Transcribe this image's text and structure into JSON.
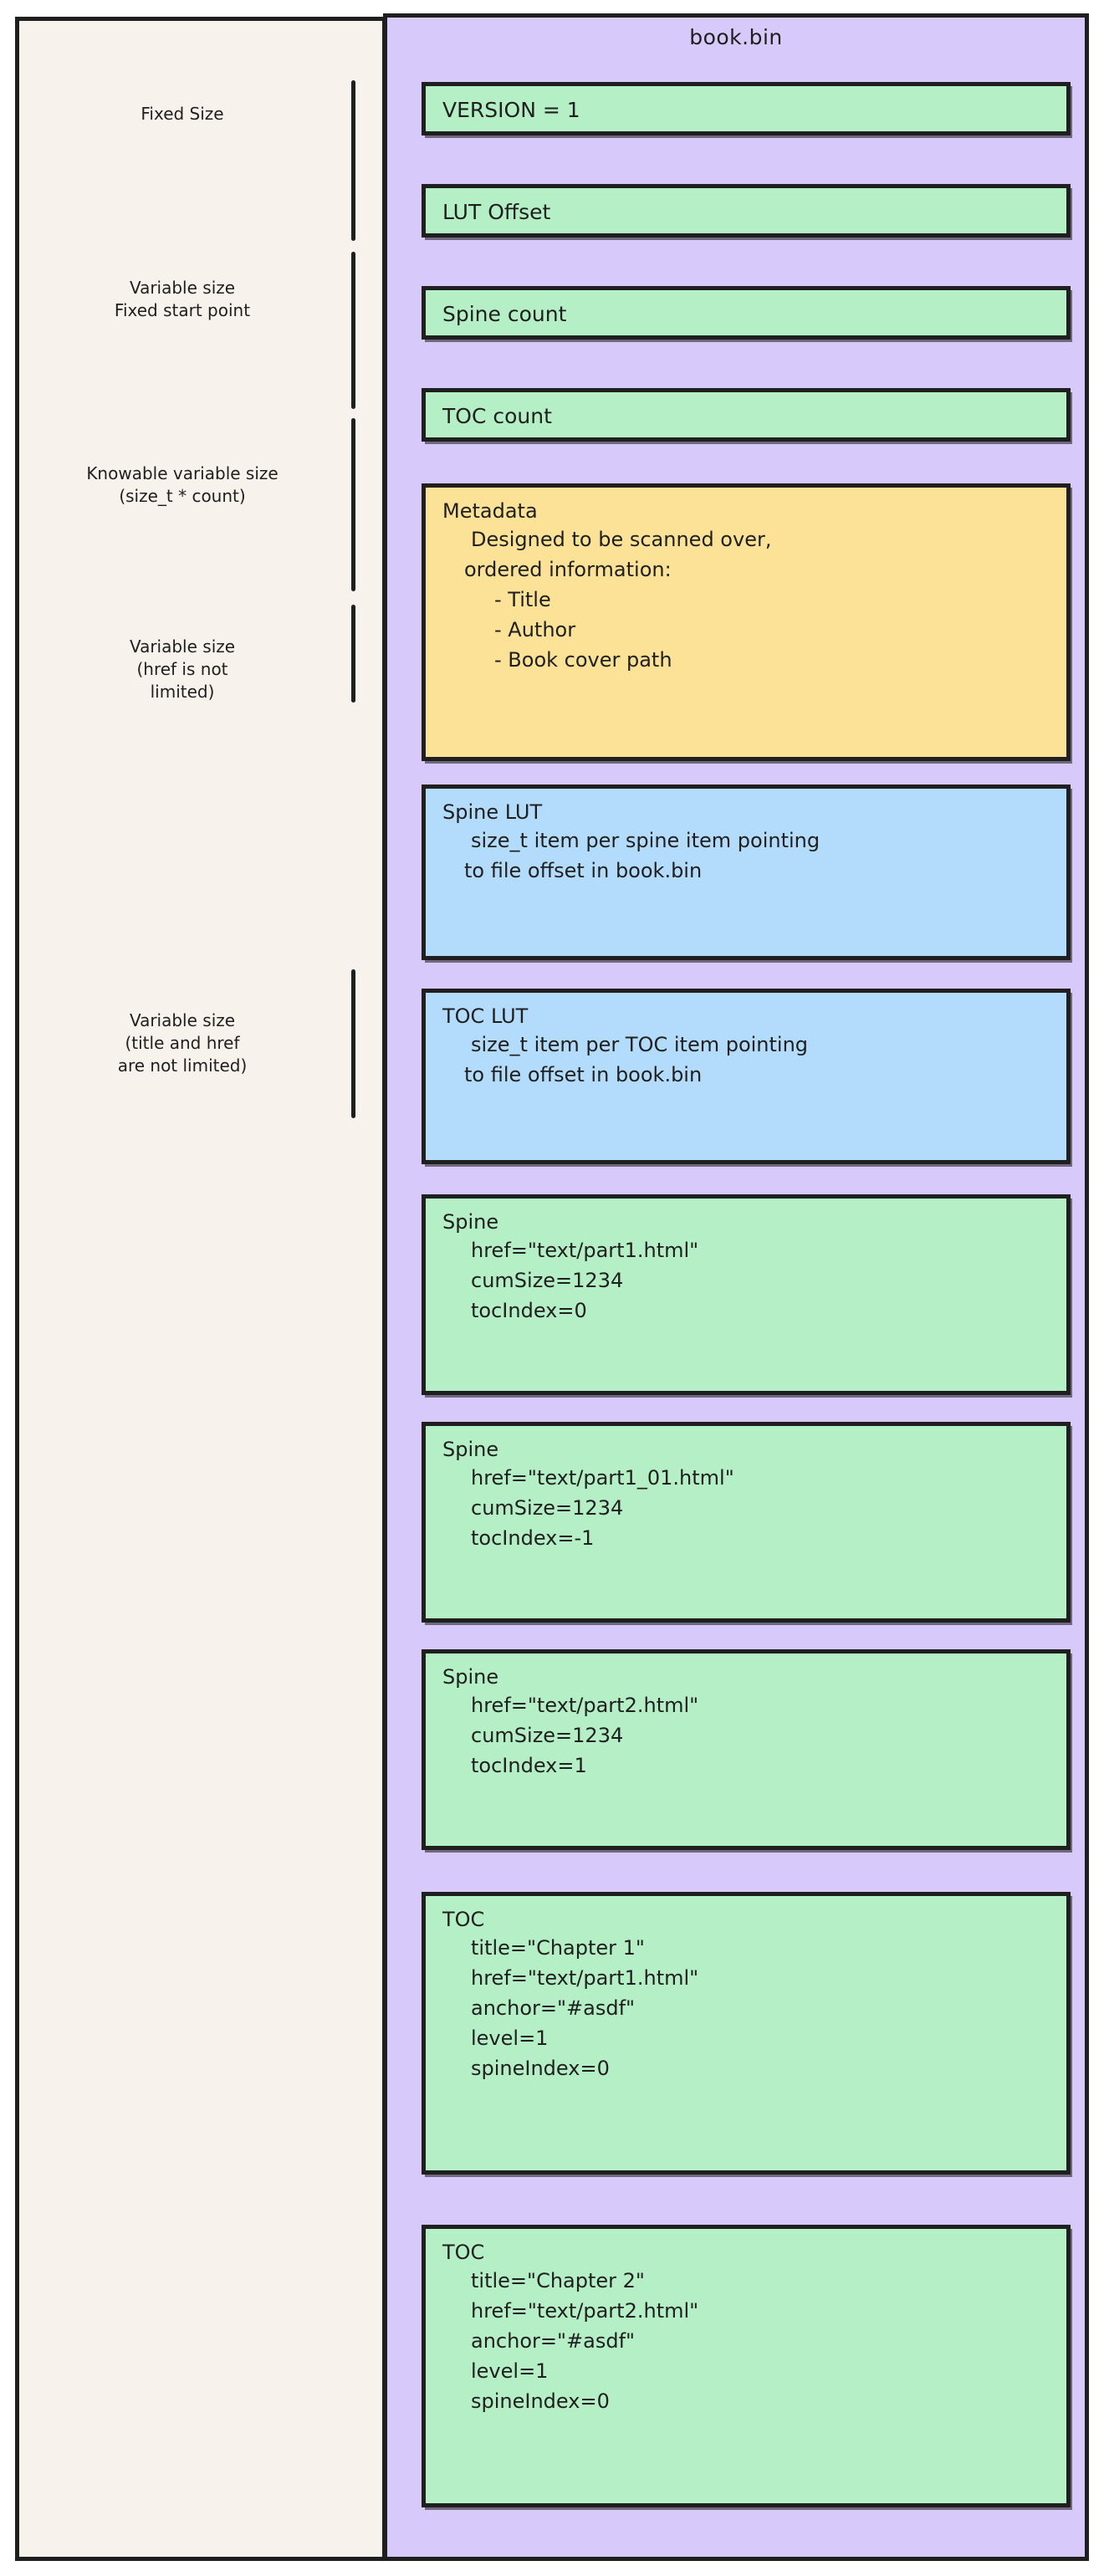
{
  "file": {
    "title": "book.bin"
  },
  "colors": {
    "page_background": "#ffffff",
    "left_panel_background": "#f8f2ec",
    "file_panel_background": "#d7c9f9",
    "stroke": "#1f1f1f",
    "green": "#b5efc6",
    "yellow": "#fbe296",
    "blue": "#b3dcfc"
  },
  "groups": [
    {
      "label": "Fixed Size"
    },
    {
      "label": "Variable size\nFixed start point"
    },
    {
      "label": "Knowable variable size\n(size_t * count)"
    },
    {
      "label": "Variable size\n(href is not\nlimited)"
    },
    {
      "label": "Variable size\n(title and href\nare not limited)"
    }
  ],
  "sections": [
    {
      "name": "version",
      "color": "green",
      "title": "VERSION = 1",
      "lines": []
    },
    {
      "name": "lut-offset",
      "color": "green",
      "title": "LUT Offset",
      "lines": []
    },
    {
      "name": "spine-count",
      "color": "green",
      "title": "Spine count",
      "lines": []
    },
    {
      "name": "toc-count",
      "color": "green",
      "title": "TOC count",
      "lines": []
    },
    {
      "name": "metadata",
      "color": "yellow",
      "title": "Metadata",
      "lines": [
        "Designed to be scanned over,",
        "ordered information:"
      ],
      "bullets": [
        "- Title",
        "- Author",
        "- Book cover path"
      ]
    },
    {
      "name": "spine-lut",
      "color": "blue",
      "title": "Spine LUT",
      "lines": [
        "size_t item per spine item pointing",
        "to file offset in book.bin"
      ]
    },
    {
      "name": "toc-lut",
      "color": "blue",
      "title": "TOC LUT",
      "lines": [
        "size_t item per TOC item pointing",
        "to file offset in book.bin"
      ]
    },
    {
      "name": "spine-1",
      "color": "green",
      "title": "Spine",
      "lines": [
        "href=\"text/part1.html\"",
        "cumSize=1234",
        "tocIndex=0"
      ]
    },
    {
      "name": "spine-2",
      "color": "green",
      "title": "Spine",
      "lines": [
        "href=\"text/part1_01.html\"",
        "cumSize=1234",
        "tocIndex=-1"
      ]
    },
    {
      "name": "spine-3",
      "color": "green",
      "title": "Spine",
      "lines": [
        "href=\"text/part2.html\"",
        "cumSize=1234",
        "tocIndex=1"
      ]
    },
    {
      "name": "toc-1",
      "color": "green",
      "title": "TOC",
      "lines": [
        "title=\"Chapter 1\"",
        "href=\"text/part1.html\"",
        "anchor=\"#asdf\"",
        "level=1",
        "spineIndex=0"
      ]
    },
    {
      "name": "toc-2",
      "color": "green",
      "title": "TOC",
      "lines": [
        "title=\"Chapter 2\"",
        "href=\"text/part2.html\"",
        "anchor=\"#asdf\"",
        "level=1",
        "spineIndex=0"
      ]
    }
  ]
}
